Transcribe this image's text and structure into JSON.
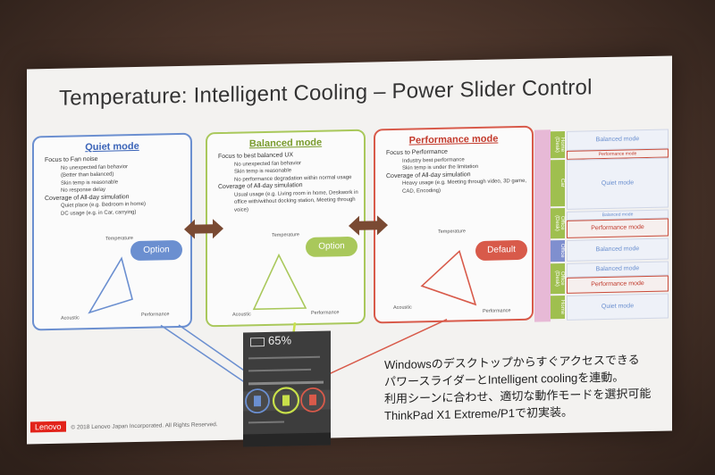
{
  "slide": {
    "title": "Temperature: Intelligent Cooling – Power Slider Control",
    "quiet": {
      "title": "Quiet mode",
      "h1": "Focus to Fan noise",
      "b1": "No unexpected fan behavior",
      "b1b": "(Better than balanced)",
      "b2": "Skin temp is reasonable",
      "b3": "No response delay",
      "h2": "Coverage of All-day simulation",
      "b4": "Quiet place (e.g. Bedroom in home)",
      "b5": "DC usage (e.g. in Car, carrying)",
      "pill": "Option"
    },
    "balanced": {
      "title": "Balanced mode",
      "h1": "Focus to best balanced UX",
      "b1": "No unexpected fan behavior",
      "b2": "Skin temp is reasonable",
      "b3": "No performance degradation within normal usage",
      "h2": "Coverage of All-day simulation",
      "b4": "Usual usage (e.g. Living room in home, Deskwork in office with/without docking station, Meeting through voice)",
      "pill": "Option"
    },
    "performance": {
      "title": "Performance mode",
      "h1": "Focus to Performance",
      "b1": "Industry best performance",
      "b2": "Skin temp is under the limitation",
      "h2": "Coverage of All-day simulation",
      "b3": "Heavy usage (e.g. Meeting through video, 3D game, CAD, Encoding)",
      "pill": "Default"
    },
    "triangle_labels": {
      "top": "Temperature",
      "left": "Acoustic",
      "right": "Performance"
    },
    "legend": {
      "rows": [
        "Balanced mode",
        "Performance mode",
        "Quiet mode",
        "Balanced mode",
        "Performance mode",
        "Balanced mode",
        "Balanced mode",
        "Performance mode",
        "Quiet mode"
      ],
      "bars": [
        "Home (Desk)",
        "Car",
        "Office (Desk)",
        "Office",
        "Office (Desk)",
        "Home"
      ]
    },
    "popup": {
      "battery": "65%"
    },
    "japanese": [
      "Windowsのデスクトップからすぐアクセスできる",
      "パワースライダーとIntelligent coolingを連動。",
      "利用シーンに合わせ、適切な動作モードを選択可能",
      "ThinkPad X1 Extreme/P1で初実装。"
    ],
    "brand": "Lenovo",
    "copyright": "© 2018 Lenovo Japan Incorporated. All Rights Reserved.",
    "colors": {
      "quiet": "#6b8fd0",
      "balanced": "#a9c85b",
      "performance": "#d85a4a"
    }
  }
}
